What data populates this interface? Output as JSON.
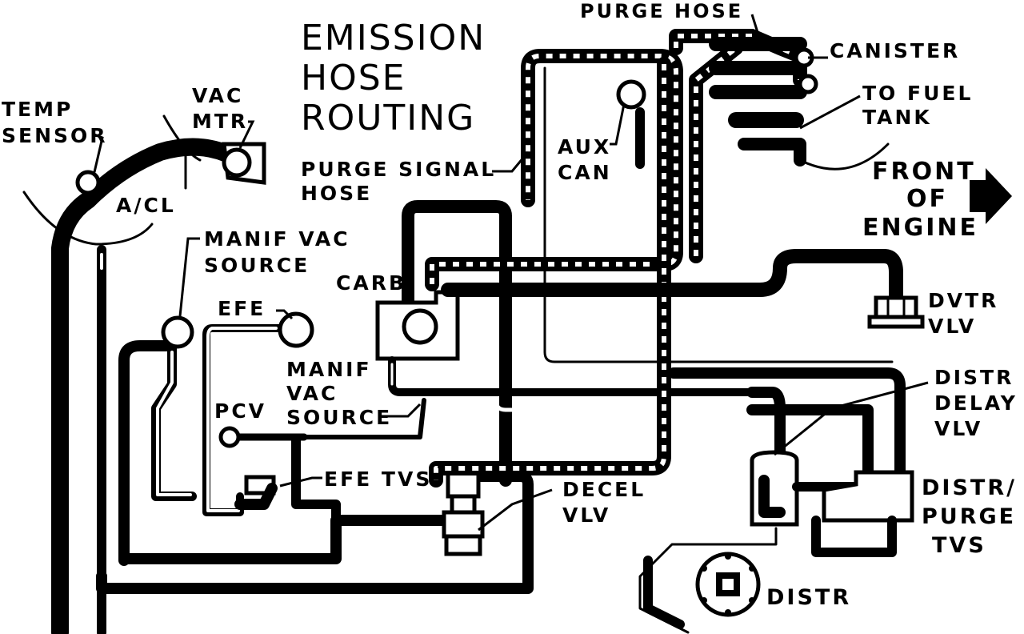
{
  "diagram": {
    "title_lines": [
      "EMISSION",
      "HOSE",
      "ROUTING"
    ],
    "labels": {
      "temp_sensor_1": "TEMP",
      "temp_sensor_2": "SENSOR",
      "vac_mtr_1": "VAC",
      "vac_mtr_2": "MTR",
      "a_cl": "A/CL",
      "purge_signal_hose_1": "PURGE SIGNAL",
      "purge_signal_hose_2": "HOSE",
      "purge_hose": "PURGE HOSE",
      "canister": "CANISTER",
      "to_fuel_tank_1": "TO FUEL",
      "to_fuel_tank_2": "TANK",
      "aux_can_1": "AUX",
      "aux_can_2": "CAN",
      "front_of_engine_1": "FRONT",
      "front_of_engine_2": "OF",
      "front_of_engine_3": "ENGINE",
      "manif_vac_source_top_1": "MANIF VAC",
      "manif_vac_source_top_2": "SOURCE",
      "carb": "CARB",
      "dvtr_vlv_1": "DVTR",
      "dvtr_vlv_2": "VLV",
      "efe": "EFE",
      "manif_vac_source_mid_1": "MANIF",
      "manif_vac_source_mid_2": "VAC",
      "manif_vac_source_mid_3": "SOURCE",
      "pcv": "PCV",
      "distr_delay_vlv_1": "DISTR",
      "distr_delay_vlv_2": "DELAY",
      "distr_delay_vlv_3": "VLV",
      "efe_tvs": "EFE TVS",
      "decel_vlv_1": "DECEL",
      "decel_vlv_2": "VLV",
      "distr_purge_tvs_1": "DISTR/",
      "distr_purge_tvs_2": "PURGE",
      "distr_purge_tvs_3": "TVS",
      "distr": "DISTR"
    }
  }
}
